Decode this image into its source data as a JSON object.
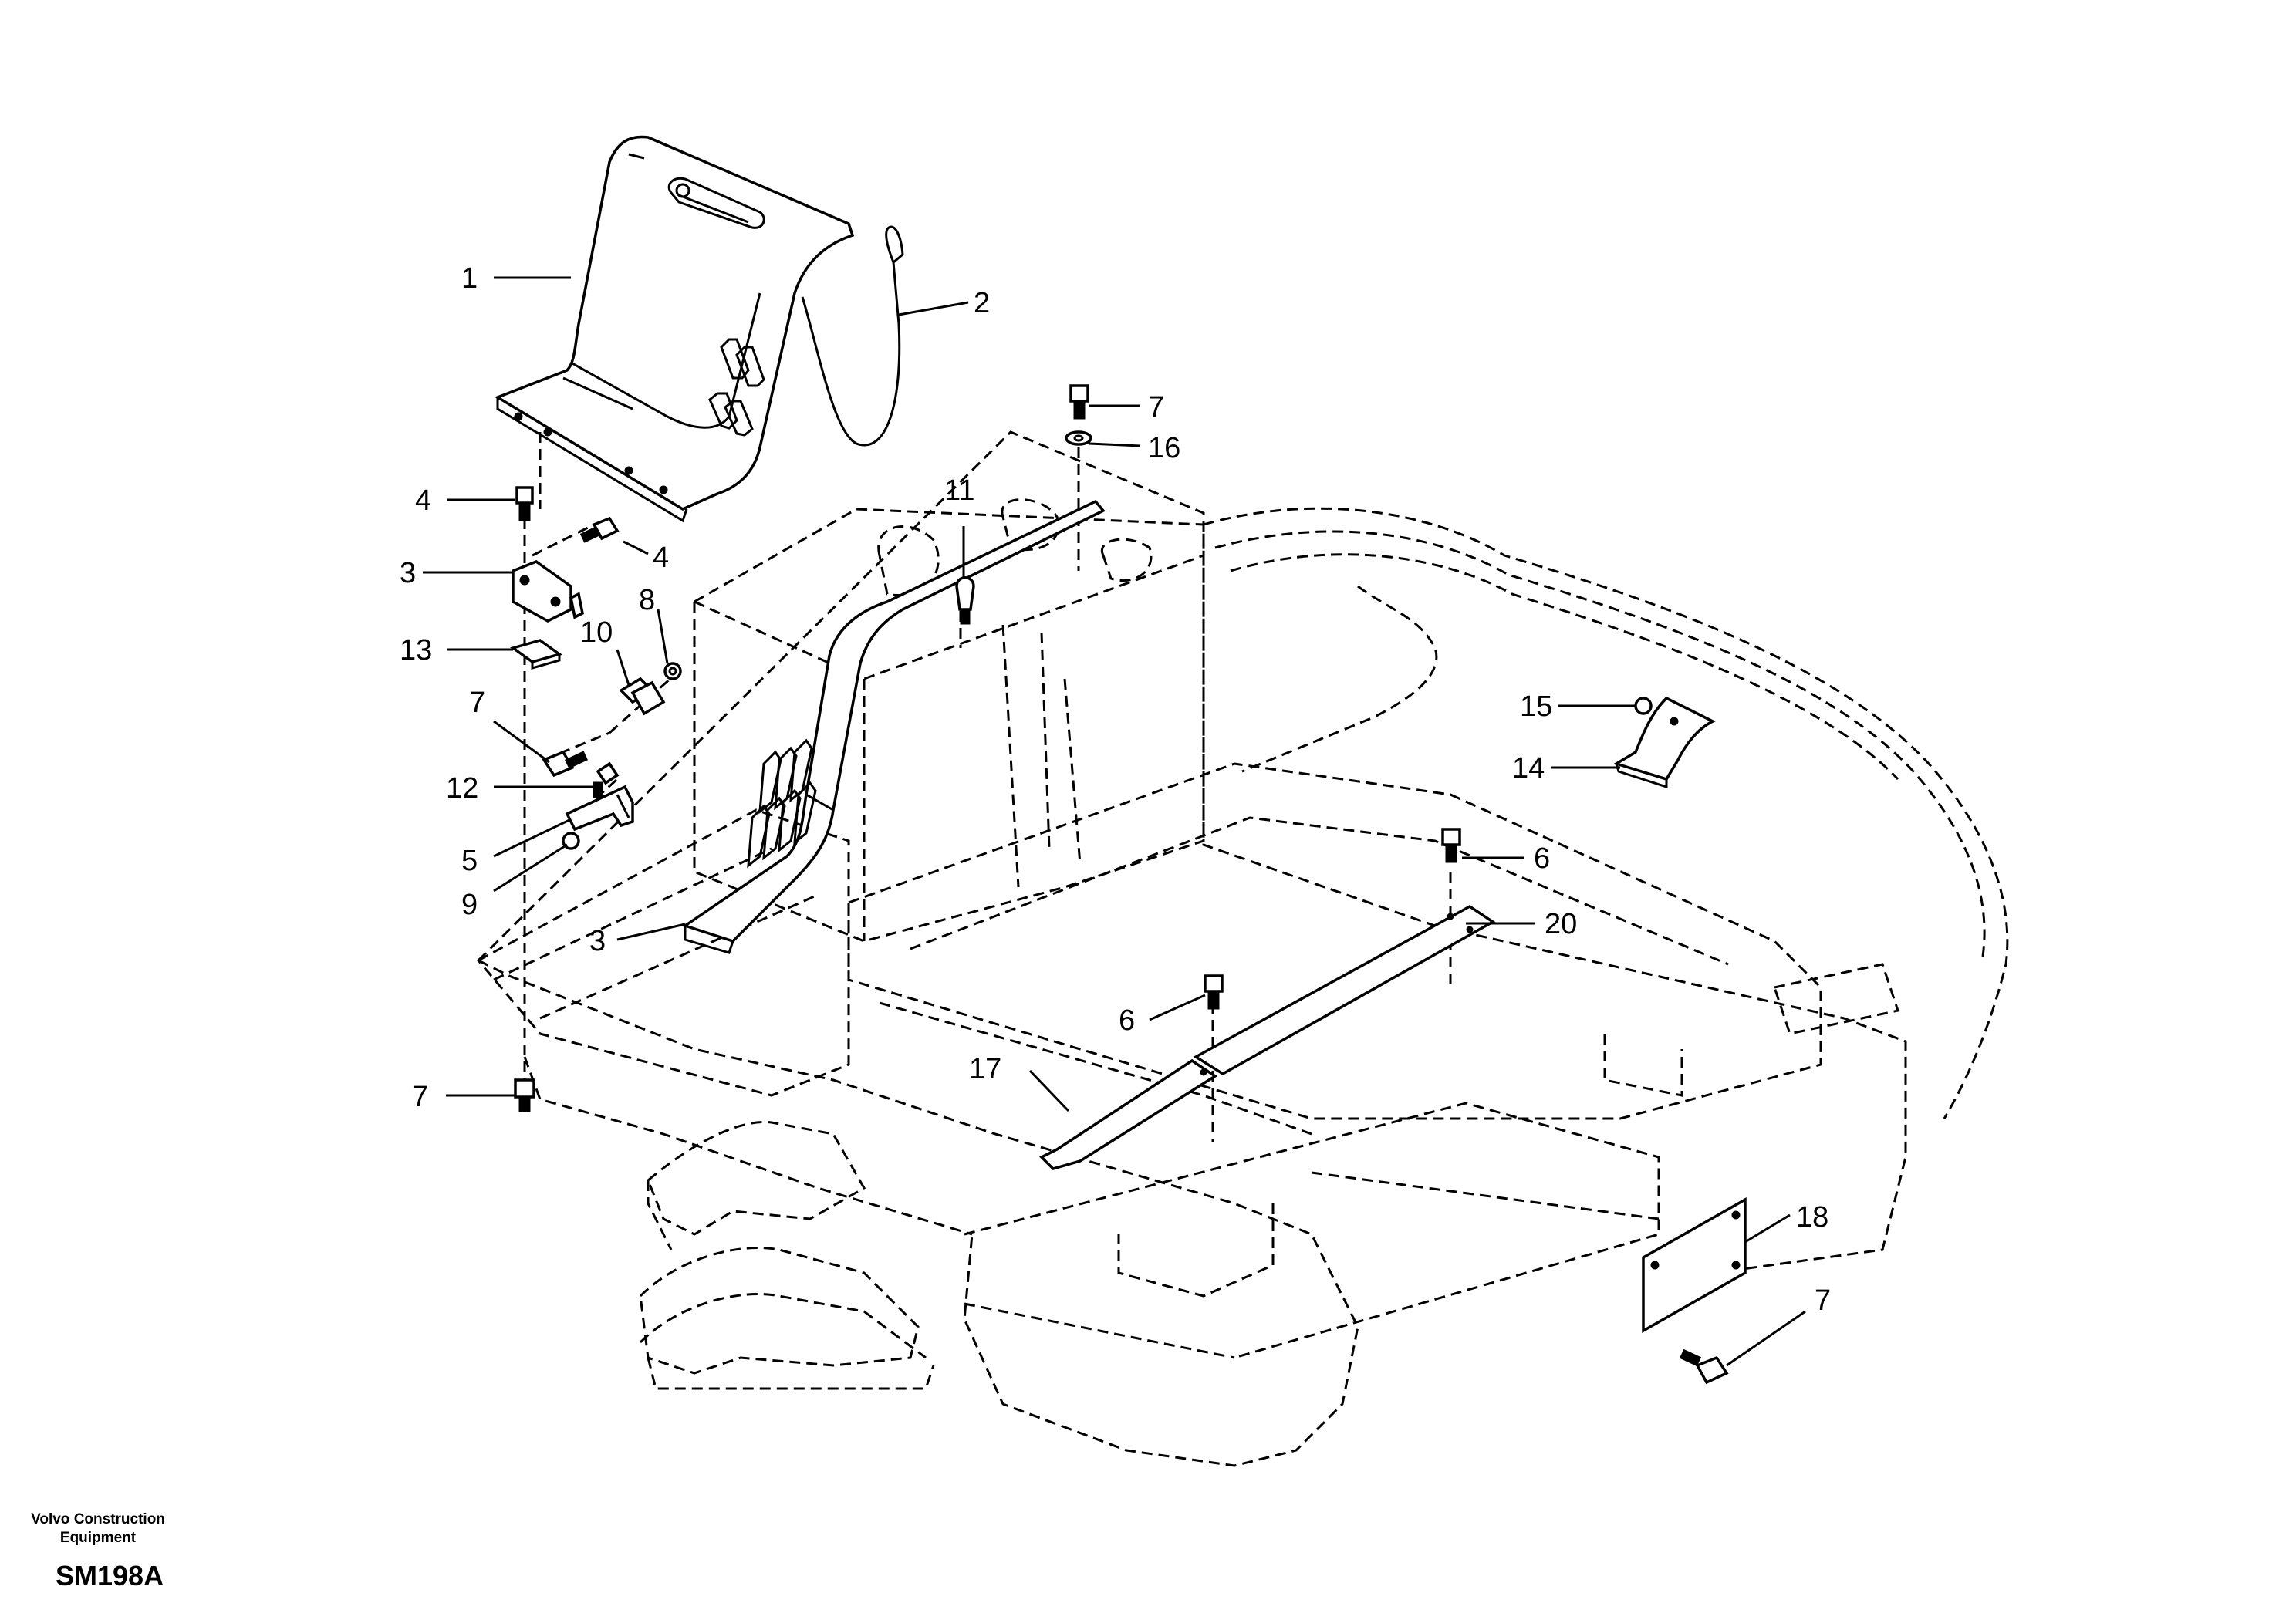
{
  "footer": {
    "brand_line1": "Volvo Construction",
    "brand_line2": "Equipment",
    "code": "SM198A"
  },
  "callouts": {
    "c1": "1",
    "c2": "2",
    "c3a": "3",
    "c3b": "3",
    "c4a": "4",
    "c4b": "4",
    "c5": "5",
    "c6a": "6",
    "c6b": "6",
    "c7a": "7",
    "c7b": "7",
    "c7c": "7",
    "c7d": "7",
    "c8": "8",
    "c9": "9",
    "c10": "10",
    "c11": "11",
    "c12": "12",
    "c13": "13",
    "c14": "14",
    "c15": "15",
    "c16": "16",
    "c17": "17",
    "c18": "18",
    "c20": "20"
  }
}
